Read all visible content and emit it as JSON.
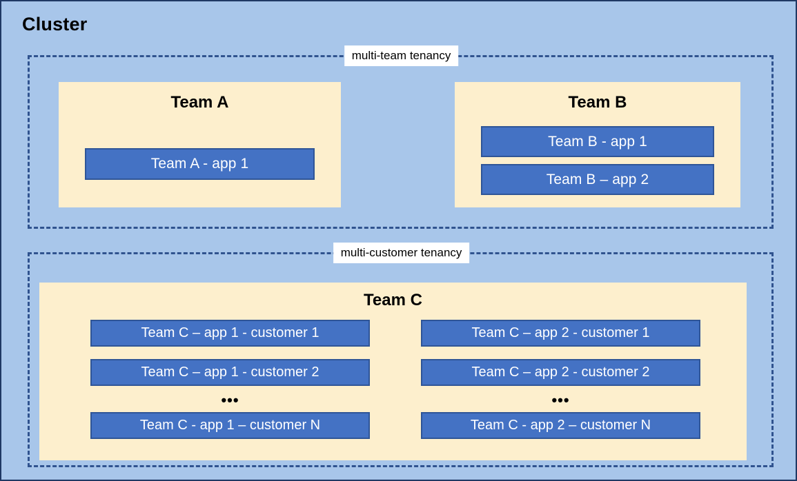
{
  "diagram": {
    "cluster_title": "Cluster",
    "tenancies": [
      {
        "id": "multi-team",
        "label": "multi-team tenancy"
      },
      {
        "id": "multi-customer",
        "label": "multi-customer tenancy"
      }
    ],
    "teams": [
      {
        "id": "team-a",
        "title": "Team A",
        "apps": [
          {
            "label": "Team A - app 1"
          }
        ]
      },
      {
        "id": "team-b",
        "title": "Team B",
        "apps": [
          {
            "label": "Team B - app 1"
          },
          {
            "label": "Team B – app 2"
          }
        ]
      },
      {
        "id": "team-c",
        "title": "Team C",
        "columns": [
          {
            "id": "app-1",
            "apps": [
              {
                "label": "Team C – app 1 - customer 1"
              },
              {
                "label": "Team C – app 1 - customer 2"
              }
            ],
            "ellipsis": "•••",
            "last_app": {
              "label": "Team C - app 1 – customer N"
            }
          },
          {
            "id": "app-2",
            "apps": [
              {
                "label": "Team C – app 2 - customer 1"
              },
              {
                "label": "Team C – app 2 - customer 2"
              }
            ],
            "ellipsis": "•••",
            "last_app": {
              "label": "Team C - app 2 – customer N"
            }
          }
        ]
      }
    ]
  },
  "colors": {
    "cluster_background": "#a8c6ea",
    "cluster_border": "#1f3864",
    "tenancy_border": "#30538f",
    "team_background": "#fdefcd",
    "app_fill": "#4472c4",
    "app_border": "#2f5597",
    "app_text": "#ffffff",
    "label_background": "#ffffff",
    "text": "#000000"
  }
}
